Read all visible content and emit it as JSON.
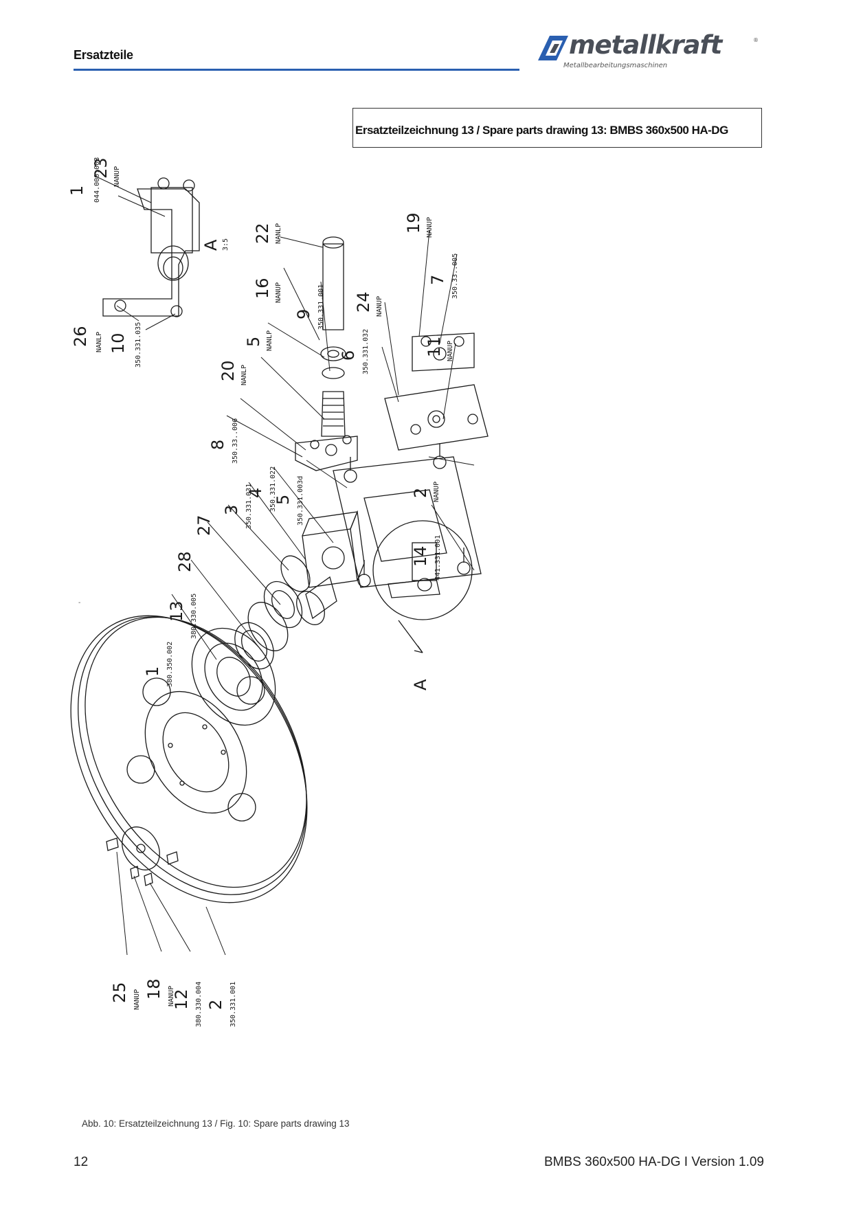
{
  "header": {
    "section_title": "Ersatzteile",
    "logo": {
      "wordmark": "metallkraft",
      "registered": "®",
      "tagline": "Metallbearbeitungsmaschinen",
      "icon": "metallkraft-logo-icon"
    }
  },
  "title_box": {
    "text": "Ersatzteilzeichnung 13 / Spare parts drawing 13:  BMBS 360x500 HA-DG"
  },
  "drawing": {
    "detail_label": "A",
    "detail_scale": "3:5",
    "detail_callout": "A",
    "callouts": [
      {
        "num": "1",
        "part": "044.000.003"
      },
      {
        "num": "23",
        "part": "NANUP"
      },
      {
        "num": "22",
        "part": "NANLP"
      },
      {
        "num": "16",
        "part": "NANUP"
      },
      {
        "num": "9",
        "part": "350.331.001"
      },
      {
        "num": "5",
        "part": "NANLP"
      },
      {
        "num": "20",
        "part": "NANLP"
      },
      {
        "num": "8",
        "part": "350.33..006"
      },
      {
        "num": "19",
        "part": "NANUP"
      },
      {
        "num": "7",
        "part": "350.33..005"
      },
      {
        "num": "24",
        "part": "NANUP"
      },
      {
        "num": "6",
        "part": "350.331.032"
      },
      {
        "num": "11",
        "part": "NANUP"
      },
      {
        "num": "26",
        "part": "NANLP"
      },
      {
        "num": "10",
        "part": "350.331.035"
      },
      {
        "num": "4",
        "part": "350.331.022"
      },
      {
        "num": "5",
        "part": "350.331.003d"
      },
      {
        "num": "3",
        "part": "350.331.031"
      },
      {
        "num": "27",
        "part": ""
      },
      {
        "num": "28",
        "part": ""
      },
      {
        "num": "2",
        "part": "NANUP"
      },
      {
        "num": "14",
        "part": "441.331.001"
      },
      {
        "num": "13",
        "part": "380.330.005"
      },
      {
        "num": "1",
        "part": "380.350.002"
      },
      {
        "num": "25",
        "part": "NANUP"
      },
      {
        "num": "18",
        "part": "NANUP"
      },
      {
        "num": "12",
        "part": "380.330.004"
      },
      {
        "num": "2",
        "part": "350.331.001"
      }
    ]
  },
  "caption": "Abb. 10: Ersatzteilzeichnung 13 / Fig. 10: Spare parts drawing 13",
  "footer": {
    "page_number": "12",
    "doc_version": "BMBS 360x500 HA-DG I Version 1.09"
  },
  "stray_mark": "-"
}
